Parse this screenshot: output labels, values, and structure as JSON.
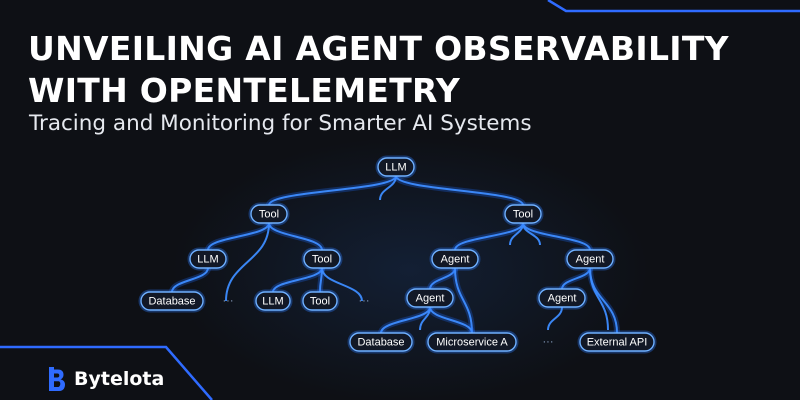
{
  "heading": {
    "title_line1": "UNVEILING AI AGENT OBSERVABILITY",
    "title_line2": "WITH OPENTELEMETRY",
    "subtitle": "Tracing and Monitoring for Smarter AI Systems"
  },
  "tree": {
    "nodes": [
      {
        "id": "root",
        "label": "LLM"
      },
      {
        "id": "tool-left",
        "label": "Tool"
      },
      {
        "id": "tool-right",
        "label": "Tool"
      },
      {
        "id": "llm-mid",
        "label": "LLM"
      },
      {
        "id": "tool-mid",
        "label": "Tool"
      },
      {
        "id": "agent-1",
        "label": "Agent"
      },
      {
        "id": "agent-2",
        "label": "Agent"
      },
      {
        "id": "database-1",
        "label": "Database"
      },
      {
        "id": "llm-leaf",
        "label": "LLM"
      },
      {
        "id": "tool-leaf",
        "label": "Tool"
      },
      {
        "id": "agent-3",
        "label": "Agent"
      },
      {
        "id": "agent-4",
        "label": "Agent"
      },
      {
        "id": "database-2",
        "label": "Database"
      },
      {
        "id": "microservice-a",
        "label": "Microservice A"
      },
      {
        "id": "external-api",
        "label": "External API"
      }
    ],
    "edges": [
      [
        "root",
        "tool-left"
      ],
      [
        "root",
        "tool-right"
      ],
      [
        "tool-left",
        "llm-mid"
      ],
      [
        "tool-left",
        "tool-mid"
      ],
      [
        "tool-right",
        "agent-1"
      ],
      [
        "tool-right",
        "agent-2"
      ],
      [
        "llm-mid",
        "database-1"
      ],
      [
        "tool-mid",
        "llm-leaf"
      ],
      [
        "tool-mid",
        "tool-leaf"
      ],
      [
        "agent-1",
        "agent-3"
      ],
      [
        "agent-1",
        "microservice-a"
      ],
      [
        "agent-2",
        "agent-4"
      ],
      [
        "agent-2",
        "external-api"
      ],
      [
        "agent-3",
        "database-2"
      ],
      [
        "agent-3",
        "microservice-a"
      ]
    ],
    "ellipsis": "···"
  },
  "brand": {
    "name": "Bytelota",
    "accent": "#2f6bff"
  }
}
